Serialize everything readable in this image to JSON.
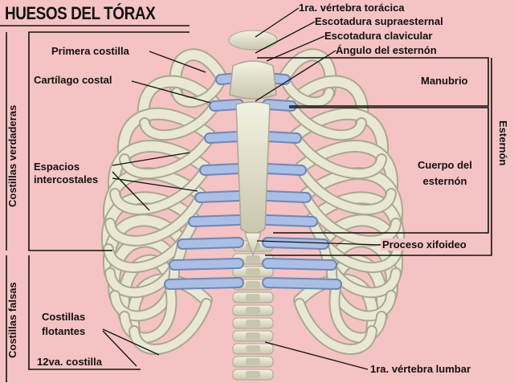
{
  "title": "HUESOS DEL TÓRAX",
  "labels": {
    "vertebra_toracica": "1ra. vértebra torácica",
    "escotadura_supraesternal": "Escotadura supraesternal",
    "escotadura_clavicular": "Escotadura clavicular",
    "angulo_esternon": "Ángulo del esternón",
    "primera_costilla": "Primera costilla",
    "cartilago_costal": "Cartílago costal",
    "manubrio": "Manubrio",
    "espacios_intercostales": "Espacios\nintercostales",
    "cuerpo_esternon": "Cuerpo del\nesternón",
    "proceso_xifoideo": "Proceso xifoideo",
    "costillas_flotantes": "Costillas\nflotantes",
    "costilla_12": "12va. costilla",
    "vertebra_lumbar": "1ra. vértebra lumbar"
  },
  "side_labels": {
    "costillas_verdaderas": "Costillas verdaderas",
    "costillas_falsas": "Costillas falsas",
    "esternon": "Esternón"
  },
  "colors": {
    "background": "#f5c3c3",
    "bone": "#e9e8d4",
    "bone_shadow": "#a9a88f",
    "cartilage": "#a9bfe6",
    "ink": "#111111"
  }
}
